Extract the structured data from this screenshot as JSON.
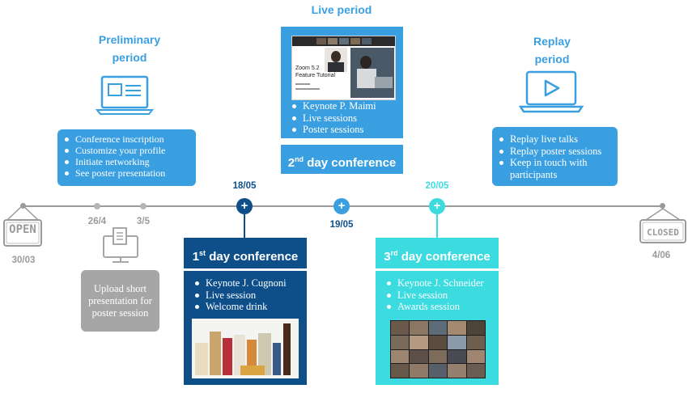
{
  "preliminary": {
    "title_line1": "Preliminary",
    "title_line2": "period",
    "items": [
      "Conference inscription",
      "Customize your profile",
      "Initiate networking",
      "See poster presentation"
    ]
  },
  "live": {
    "title": "Live period",
    "zoom_line1": "Zoom 5.2",
    "zoom_line2": "Feature Tutorial",
    "items": [
      "Keynote P. Maimi",
      "Live sessions",
      "Poster sessions"
    ]
  },
  "replay": {
    "title_line1": "Replay",
    "title_line2": "period",
    "items": [
      "Replay live talks",
      "Replay poster sessions",
      "Keep in touch with participants"
    ]
  },
  "timeline": {
    "open_sign": "OPEN",
    "closed_sign": "CLOSED",
    "d_open": "30/03",
    "d_264": "26/4",
    "d_35": "3/5",
    "d_1805": "18/05",
    "d_1905": "19/05",
    "d_2005": "20/05",
    "d_close": "4/06",
    "plus": "+"
  },
  "upload": {
    "text": "Upload short presentation for poster session"
  },
  "day1": {
    "num": "1",
    "sup": "st",
    "rest": " day conference",
    "items": [
      "Keynote J. Cugnoni",
      "Live session",
      "Welcome drink"
    ]
  },
  "day2": {
    "num": "2",
    "sup": "nd",
    "rest": " day conference"
  },
  "day3": {
    "num": "3",
    "sup": "rd",
    "rest": " day conference",
    "items": [
      "Keynote J. Schneider",
      "Live session",
      "Awards session"
    ]
  },
  "colors": {
    "light_blue": "#3a9fe0",
    "dark_blue": "#0e4f8a",
    "teal": "#3bdbe0",
    "grey": "#a6a6a6"
  }
}
